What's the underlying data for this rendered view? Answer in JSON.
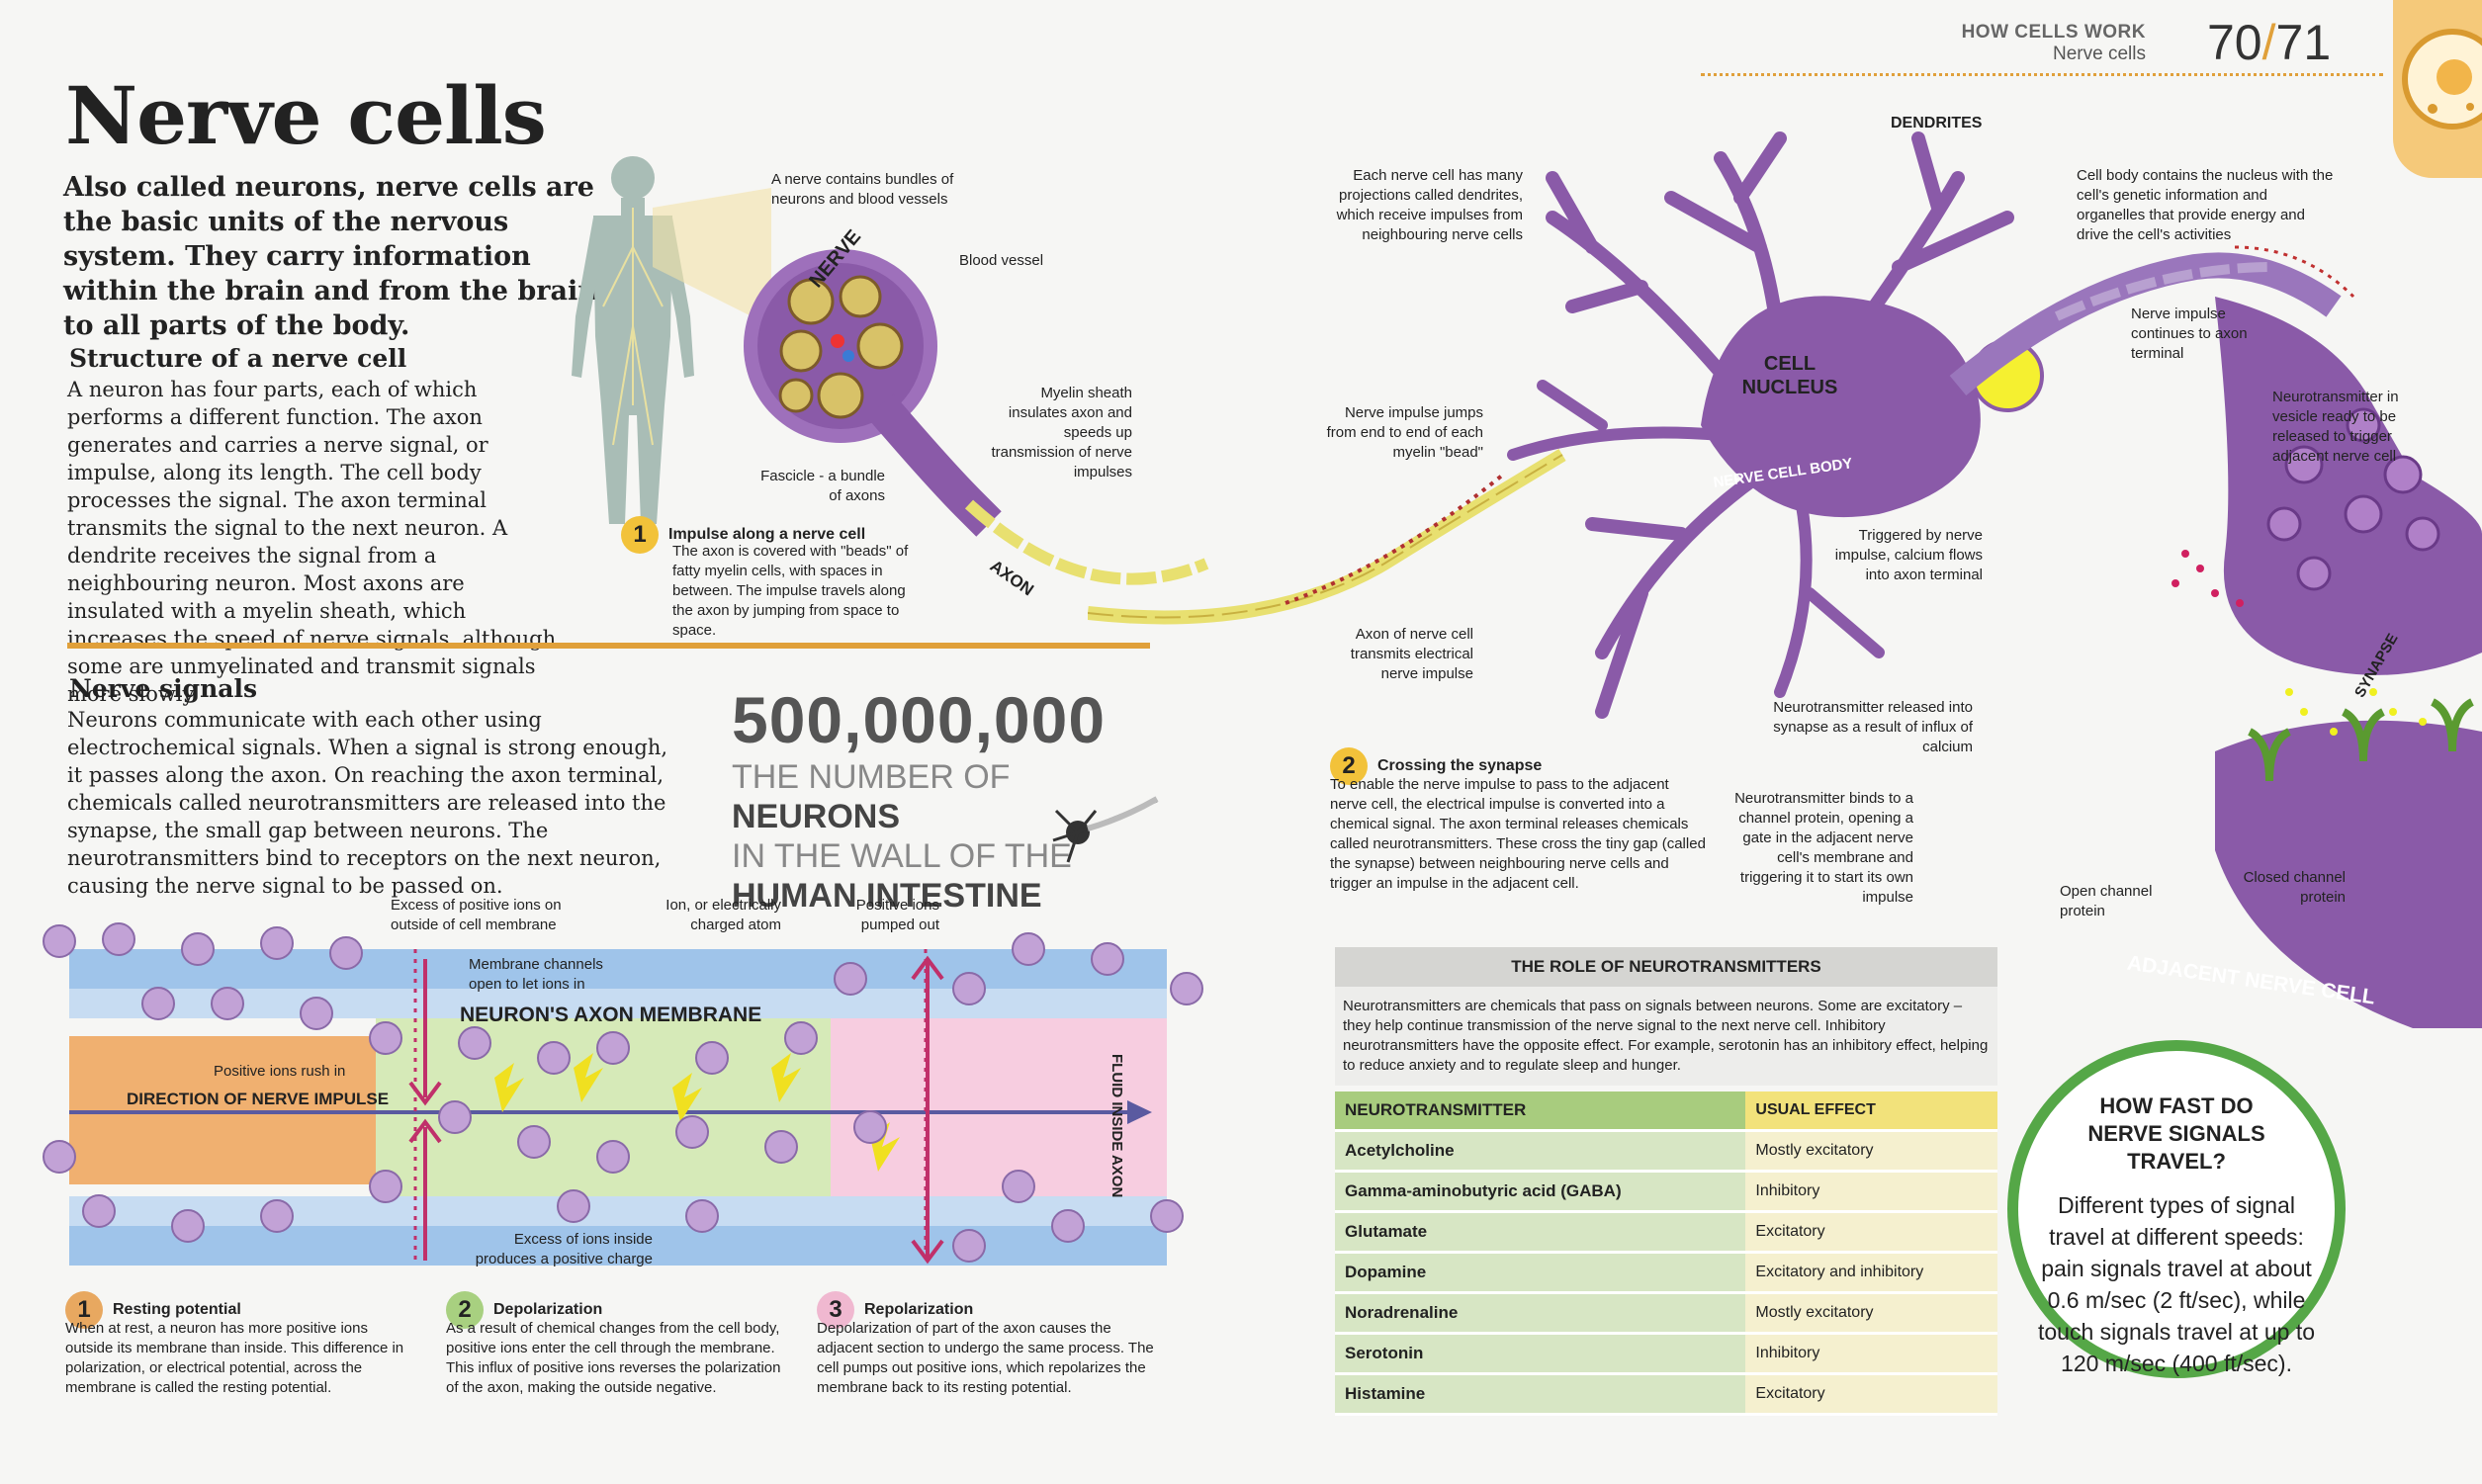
{
  "header": {
    "section": "HOW CELLS WORK",
    "subsection": "Nerve cells",
    "page_left": "70",
    "page_sep": "/",
    "page_right": "71"
  },
  "title": "Nerve cells",
  "intro": "Also called neurons, nerve cells are the basic units of the nervous system. They carry information within the brain and from the brain to all parts of the body.",
  "structure": {
    "heading": "Structure of a nerve cell",
    "text": "A neuron has four parts, each of which performs a different function. The axon generates and carries a nerve signal, or impulse, along its length. The cell body processes the signal. The axon terminal transmits the signal to the next neuron. A dendrite receives the signal from a neighbouring neuron. Most axons are insulated with a myelin sheath, which increases the speed of nerve signals, although some are unmyelinated and transmit signals more slowly."
  },
  "signals": {
    "heading": "Nerve signals",
    "text": "Neurons communicate with each other using electrochemical signals. When a signal is strong enough, it passes along the axon. On reaching the axon terminal, chemicals called neurotransmitters are released into the synapse, the small gap between neurons. The neurotransmitters bind to receptors on the next neuron, causing the nerve signal to be passed on."
  },
  "stat": {
    "number": "500,000,000",
    "line1_a": "THE NUMBER OF ",
    "line1_b": "NEURONS",
    "line2": "IN THE WALL OF THE",
    "line3": "HUMAN INTESTINE"
  },
  "nerve_diagram": {
    "bundle_note": "A nerve contains bundles of neurons and blood vessels",
    "nerve_label": "NERVE",
    "blood_vessel": "Blood vessel",
    "fascicle": "Fascicle - a bundle of axons",
    "myelin": "Myelin sheath insulates axon and speeds up transmission of nerve impulses",
    "axon_label": "AXON",
    "step1_num": "1",
    "step1_title": "Impulse along a nerve cell",
    "step1_text": "The axon is covered with \"beads\" of fatty myelin cells, with spaces in between. The impulse travels along the axon by jumping from space to space."
  },
  "neuron_diagram": {
    "dendrites": "DENDRITES",
    "dendrites_note": "Each nerve cell has many projections called dendrites, which receive impulses from neighbouring nerve cells",
    "cell_body_note": "Cell body contains the nucleus with the cell's genetic information and organelles that provide energy and drive the cell's activities",
    "nucleus_1": "CELL",
    "nucleus_2": "NUCLEUS",
    "cell_body_label": "NERVE CELL BODY",
    "jumps_note": "Nerve impulse jumps from end to end of each myelin \"bead\"",
    "axon_terminal_note": "Axon of nerve cell transmits electrical nerve impulse",
    "continues_note": "Nerve impulse continues to axon terminal",
    "vesicle_note": "Neurotransmitter in vesicle ready to be released to trigger adjacent nerve cell",
    "calcium_note": "Triggered by nerve impulse, calcium flows into axon terminal",
    "released_note": "Neurotransmitter released into synapse as a result of influx of calcium",
    "binds_note": "Neurotransmitter binds to a channel protein, opening a gate in the adjacent nerve cell's membrane and triggering it to start its own impulse",
    "open_channel": "Open channel protein",
    "closed_channel": "Closed channel protein",
    "synapse_label": "SYNAPSE",
    "adjacent_label": "ADJACENT NERVE CELL",
    "step2_num": "2",
    "step2_title": "Crossing the synapse",
    "step2_text": "To enable the nerve impulse to pass to the adjacent nerve cell, the electrical impulse is converted into a chemical signal. The axon terminal releases chemicals called neurotransmitters. These cross the tiny gap (called the synapse) between neighbouring nerve cells and trigger an impulse in the adjacent cell."
  },
  "membrane_diagram": {
    "excess_outside": "Excess of positive ions on outside of cell membrane",
    "ion_note": "Ion, or electrically charged atom",
    "pumped_out": "Positive ions pumped out",
    "channels_note": "Membrane channels open to let ions in",
    "membrane_label": "NEURON'S AXON MEMBRANE",
    "rush_in": "Positive ions rush in",
    "direction": "DIRECTION OF NERVE IMPULSE",
    "fluid_inside": "FLUID INSIDE AXON",
    "excess_inside": "Excess of ions inside produces a positive charge",
    "ion_symbol": "+",
    "steps": [
      {
        "num": "1",
        "title": "Resting potential",
        "text": "When at rest, a neuron has more positive ions outside its membrane than inside. This difference in polarization, or electrical potential, across the membrane is called the resting potential.",
        "color": "#e8a860"
      },
      {
        "num": "2",
        "title": "Depolarization",
        "text": "As a result of chemical changes from the cell body, positive ions enter the cell through the membrane. This influx of positive ions reverses the polarization of the axon, making the outside negative.",
        "color": "#a8d080"
      },
      {
        "num": "3",
        "title": "Repolarization",
        "text": "Depolarization of part of the axon causes the adjacent section to undergo the same process. The cell pumps out positive ions, which repolarizes the membrane back to its resting potential.",
        "color": "#f0b8d0"
      }
    ]
  },
  "neurotransmitters": {
    "title": "THE ROLE OF NEUROTRANSMITTERS",
    "description": "Neurotransmitters are chemicals that pass on signals between neurons. Some are excitatory – they help continue transmission of the nerve signal to the next nerve cell. Inhibitory neurotransmitters have the opposite effect. For example, serotonin has an inhibitory effect, helping to reduce anxiety and to regulate sleep and hunger.",
    "col1": "NEUROTRANSMITTER",
    "col2": "USUAL EFFECT",
    "rows": [
      {
        "name": "Acetylcholine",
        "effect": "Mostly excitatory"
      },
      {
        "name": "Gamma-aminobutyric acid (GABA)",
        "effect": "Inhibitory"
      },
      {
        "name": "Glutamate",
        "effect": "Excitatory"
      },
      {
        "name": "Dopamine",
        "effect": "Excitatory and inhibitory"
      },
      {
        "name": "Noradrenaline",
        "effect": "Mostly excitatory"
      },
      {
        "name": "Serotonin",
        "effect": "Inhibitory"
      },
      {
        "name": "Histamine",
        "effect": "Excitatory"
      }
    ]
  },
  "speed": {
    "heading": "HOW FAST DO NERVE SIGNALS TRAVEL?",
    "text": "Different types of signal travel at different speeds: pain signals travel at about 0.6 m/sec (2 ft/sec), while touch signals travel at up to 120 m/sec (400 ft/sec)."
  },
  "colors": {
    "accent": "#e0a03a",
    "neuron": "#8a5aa8",
    "green": "#55a747"
  }
}
